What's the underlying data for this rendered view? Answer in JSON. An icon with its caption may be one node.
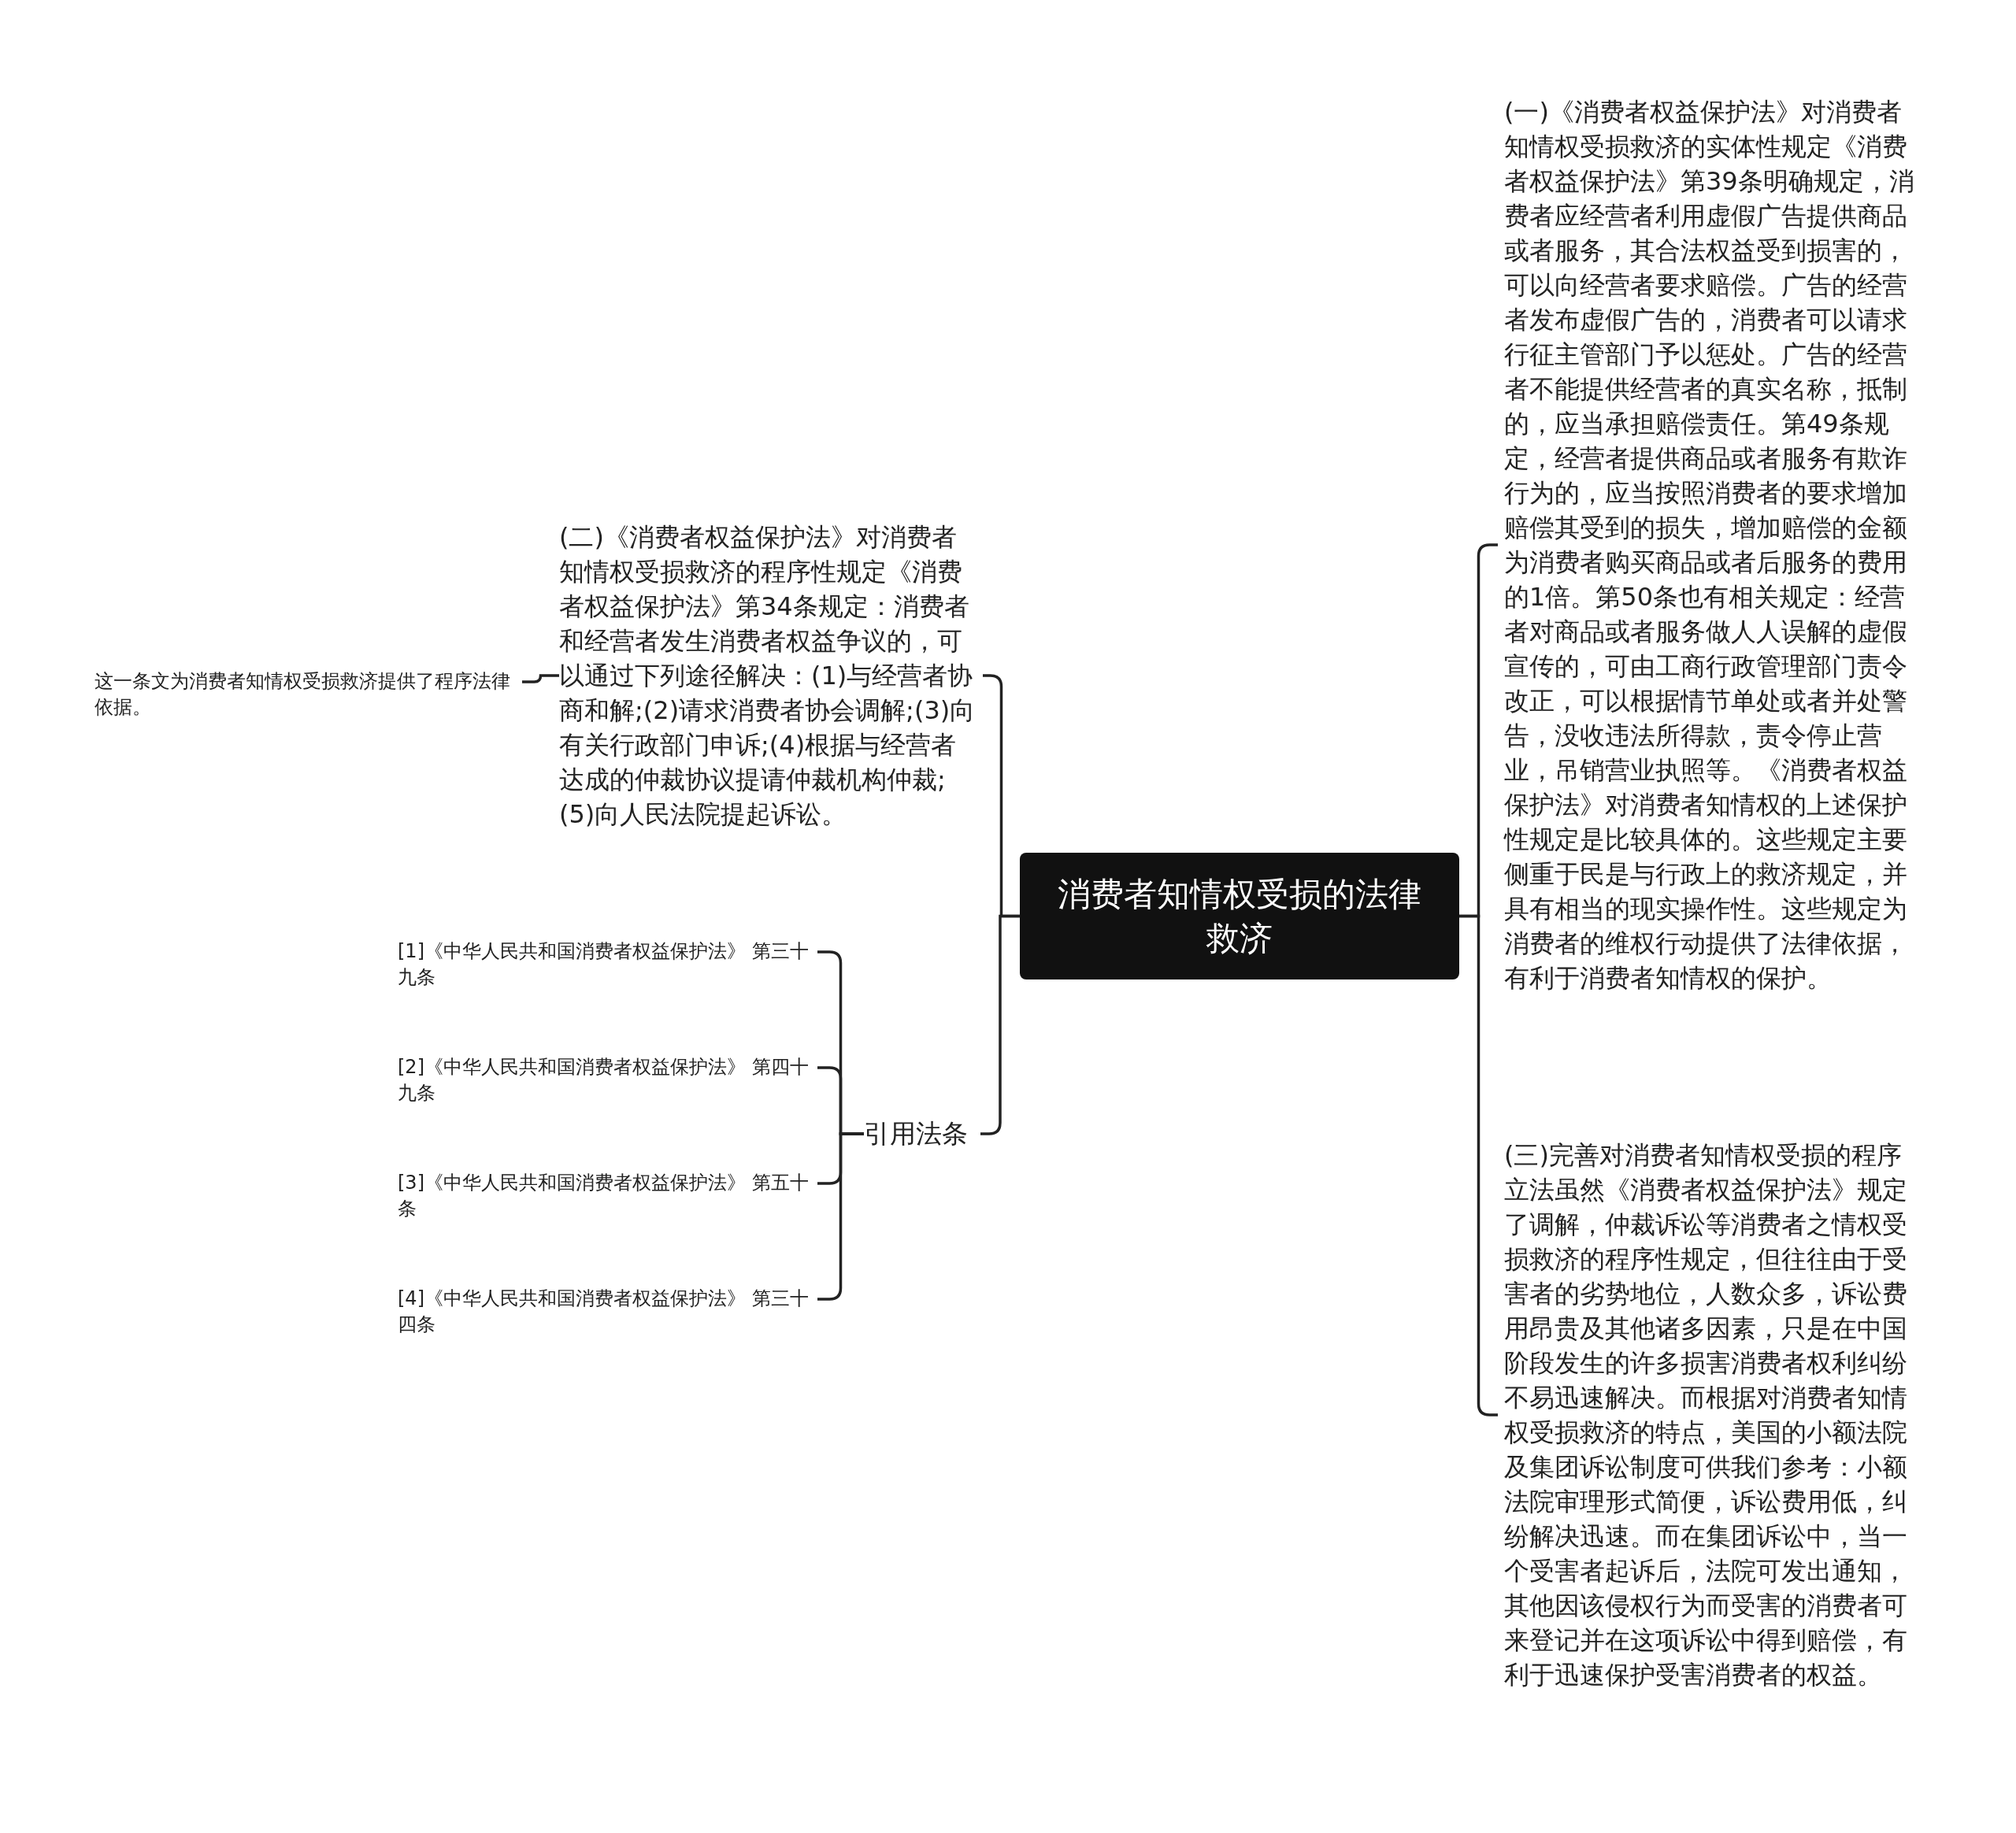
{
  "diagram": {
    "nodes": [
      {
        "text": [
          "消费者知情权受损的法律救济"
        ]
      },
      {
        "text": [
          "(一)《消费者权益保护法》对消费者知情权受损救济的实体性规定《消费者权益保护法》第39条明确规定，消费者应经营者利用虚假广告提供商品或者服务，其合法权益受到损害的，可以向经营者要求赔偿。广告的经营者发布虚假广告的，消费者可以请求行征主管部门予以惩处。广告的经营者不能提供经营者的真实名称，抵制的，应当承担赔偿责任。第49条规定，经营者提供商品或者服务有欺诈行为的，应当按照消费者的要求增加赔偿其受到的损失，增加赔偿的金额为消费者购买商品或者后服务的费用的1倍。第50条也有相关规定：经营者对商品或者服务做人人误解的虚假宣传的，可由工商行政管理部门责令改正，可以根据情节单处或者并处警告，没收违法所得款，责令停止营业，吊销营业执照等。《消费者权益保护法》对消费者知情权的上述保护性规定是比较具体的。这些规定主要侧重于民是与行政上的救济规定，并具有相当的现实操作性。这些规定为消费者的维权行动提供了法律依据，有利于消费者知情权的保护。"
        ]
      },
      {
        "text": [
          "(三)完善对消费者知情权受损的程序立法虽然《消费者权益保护法》规定了调解，仲裁诉讼等消费者之情权受损救济的程序性规定，但往往由于受害者的劣势地位，人数众多，诉讼费用昂贵及其他诸多因素，只是在中国阶段发生的许多损害消费者权利纠纷不易迅速解决。而根据对消费者知情权受损救济的特点，美国的小额法院及集团诉讼制度可供我们参考：小额法院审理形式简便，诉讼费用低，纠纷解决迅速。而在集团诉讼中，当一个受害者起诉后，法院可发出通知，其他因该侵权行为而受害的消费者可来登记并在这项诉讼中得到赔偿，有利于迅速保护受害消费者的权益。"
        ]
      },
      {
        "text": [
          "(二)《消费者权益保护法》对消费者知情权受损救济的程序性规定《消费者权益保护法》第34条规定：消费者和经营者发生消费者权益争议的，可以通过下列途径解决：(1)与经营者协商和解;(2)请求消费者协会调解;(3)向有关行政部门申诉;(4)根据与经营者达成的仲裁协议提请仲裁机构仲裁;(5)向人民法院提起诉讼。"
        ]
      },
      {
        "text": [
          "引用法条"
        ]
      },
      {
        "text": [
          "这一条文为消费者知情权受损救济提供了程序法律依据。"
        ]
      },
      {
        "text": [
          "[1]《中华人民共和国消费者权益保护法》 第三十九条"
        ]
      },
      {
        "text": [
          "[2]《中华人民共和国消费者权益保护法》 第四十九条"
        ]
      },
      {
        "text": [
          "[3]《中华人民共和国消费者权益保护法》 第五十条"
        ]
      },
      {
        "text": [
          "[4]《中华人民共和国消费者权益保护法》 第三十四条"
        ]
      }
    ],
    "edges": [
      {
        "from": 0,
        "to": 1,
        "arrow": "none"
      },
      {
        "from": 0,
        "to": 2,
        "arrow": "none"
      },
      {
        "from": 0,
        "to": 3,
        "arrow": "none"
      },
      {
        "from": 0,
        "to": 4,
        "arrow": "none"
      },
      {
        "from": 3,
        "to": 5,
        "arrow": "none"
      },
      {
        "from": 4,
        "to": 6,
        "arrow": "none"
      },
      {
        "from": 4,
        "to": 7,
        "arrow": "none"
      },
      {
        "from": 4,
        "to": 8,
        "arrow": "none"
      },
      {
        "from": 4,
        "to": 9,
        "arrow": "none"
      }
    ]
  }
}
